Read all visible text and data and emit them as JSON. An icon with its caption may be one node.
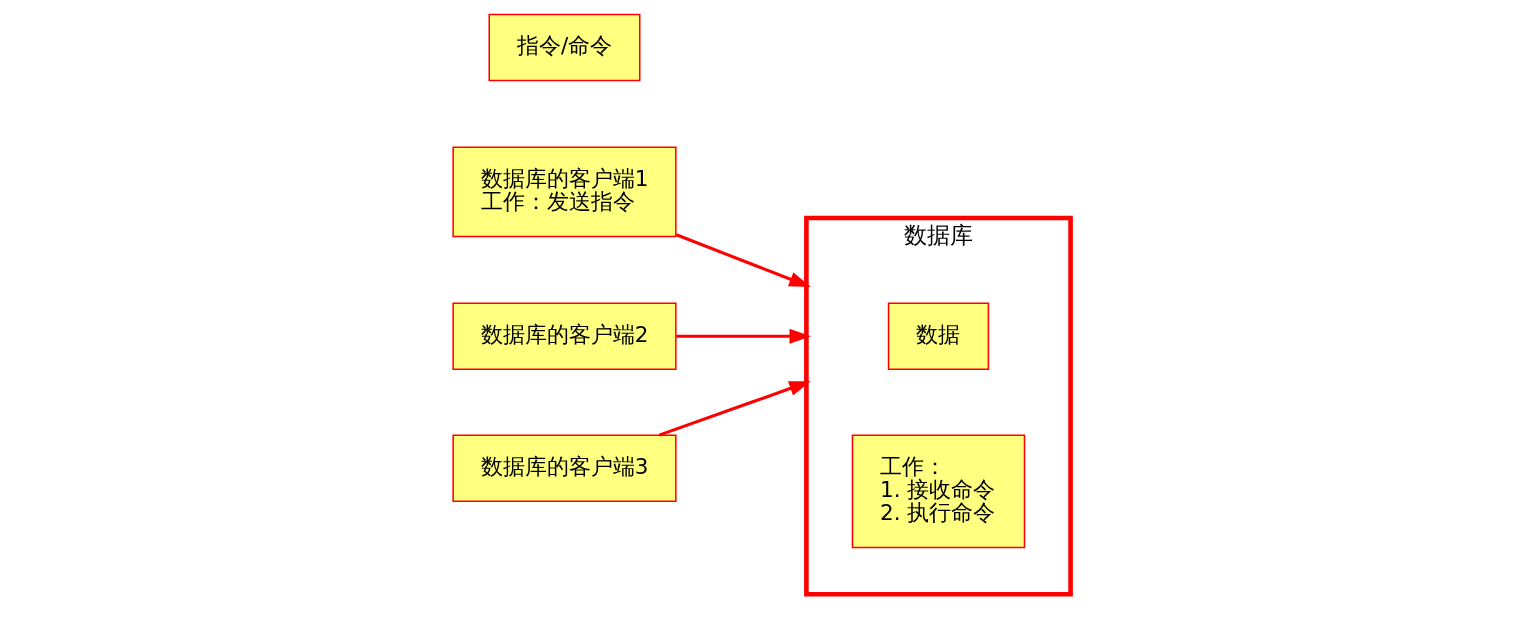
{
  "diagram": {
    "nodes": [
      {
        "text": [
          "数据库的客户端1",
          "工作：发送指令"
        ]
      },
      {
        "text": [
          "数据库的客户端2"
        ]
      },
      {
        "text": [
          "数据库的客户端3"
        ]
      },
      {
        "text": [
          "指令/命令"
        ]
      },
      {
        "text": [
          "数据库"
        ]
      },
      {
        "text": [
          "数据"
        ],
        "in": 4
      },
      {
        "text": [
          "工作：",
          "1. 接收命令",
          "2. 执行命令"
        ],
        "in": 4
      }
    ],
    "edges": [
      {
        "from": 0,
        "to": 4,
        "arrow": "to"
      },
      {
        "from": 1,
        "to": 4,
        "arrow": "to"
      },
      {
        "from": 2,
        "to": 4,
        "arrow": "to"
      }
    ]
  }
}
